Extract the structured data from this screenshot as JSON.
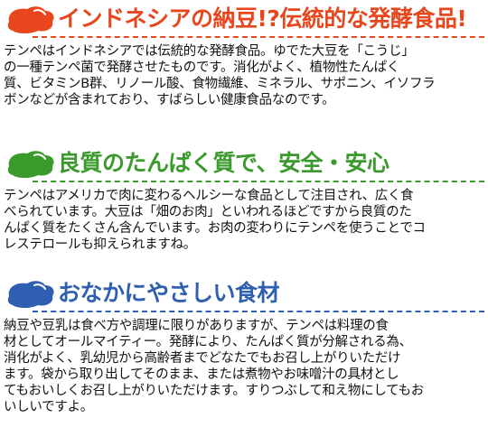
{
  "colors": {
    "section1": "#e8461c",
    "section2": "#3a9a2c",
    "section3": "#2f5fb0",
    "text": "#111111"
  },
  "sections": [
    {
      "heading": "インドネシアの納豆!?伝統的な発酵食品!",
      "icon": "red-bean-icon",
      "lines": [
        "テンペはインドネシアでは伝統的な発酵食品。ゆでた大豆を「こうじ」",
        "の一種テンペ菌で発酵させたものです。消化がよく、植物性たんぱく",
        "質、ビタミンB群、リノール酸、食物繊維、ミネラル、サポニン、イソフラ",
        "ボンなどが含まれており、すばらしい健康食品なのです。"
      ]
    },
    {
      "heading": "良質のたんぱく質で、安全・安心",
      "icon": "green-bean-icon",
      "lines": [
        "テンペはアメリカで肉に変わるヘルシーな食品として注目され、広く食",
        "べられています。大豆は「畑のお肉」といわれるほどですから良質のた",
        "んぱく質をたくさん含んでいます。お肉の変わりにテンペを使うことでコ",
        "レステロールも抑えられますね。"
      ]
    },
    {
      "heading": "おなかにやさしい食材",
      "icon": "blue-bean-icon",
      "lines": [
        "納豆や豆乳は食べ方や調理に限りがありますが、テンペは料理の食",
        "材としてオールマイティー。発酵により、たんぱく質が分解される為、",
        "消化がよく、乳幼児から高齢者までどなたでもお召し上がりいただけ",
        "ます。袋から取り出してそのまま、または煮物やお味噌汁の具材とし",
        "てもおいしくお召し上がりいただけます。すりつぶして和え物にしてもお",
        "いしいですよ。"
      ]
    }
  ]
}
